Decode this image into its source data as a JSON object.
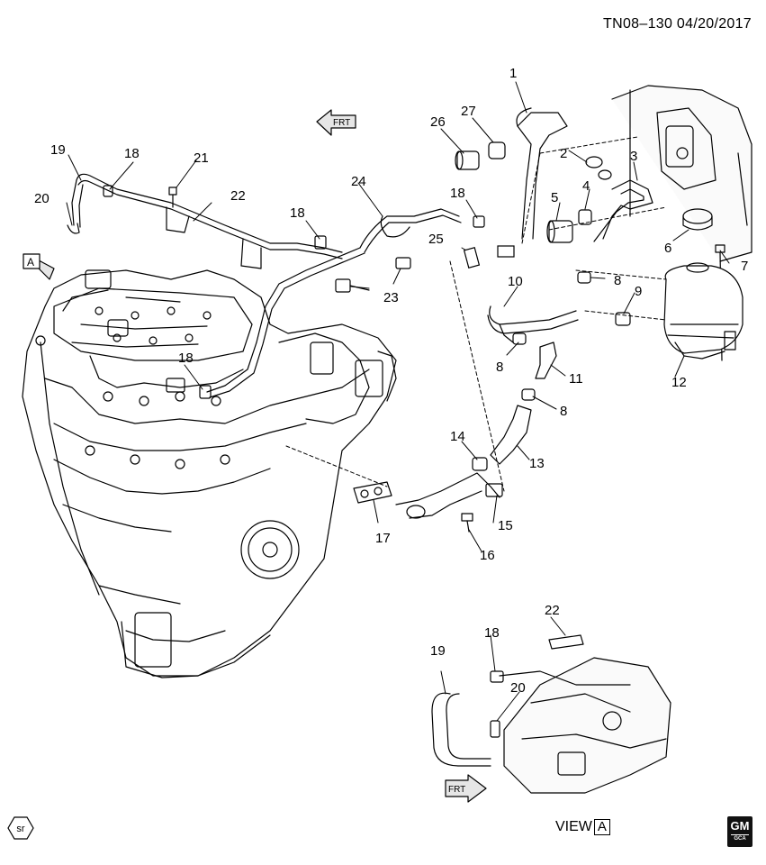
{
  "header": {
    "code": "TN08–130",
    "date": "04/20/2017"
  },
  "view_marker": {
    "word": "VIEW",
    "letter": "A"
  },
  "arrow_a_letter": "A",
  "frt_label": "FRT",
  "sr_badge": "sr",
  "logo": {
    "main": "GM",
    "sub": "GCA"
  },
  "callouts": [
    "1",
    "26",
    "27",
    "2",
    "3",
    "4",
    "5",
    "6",
    "7",
    "8",
    "8",
    "8",
    "9",
    "10",
    "11",
    "12",
    "13",
    "14",
    "15",
    "16",
    "17",
    "18",
    "18",
    "18",
    "18",
    "19",
    "19",
    "20",
    "20",
    "21",
    "22",
    "22",
    "23",
    "24",
    "25"
  ],
  "colors": {
    "line": "#000000",
    "fill": "#ffffff",
    "shade": "#e6e6e6"
  }
}
